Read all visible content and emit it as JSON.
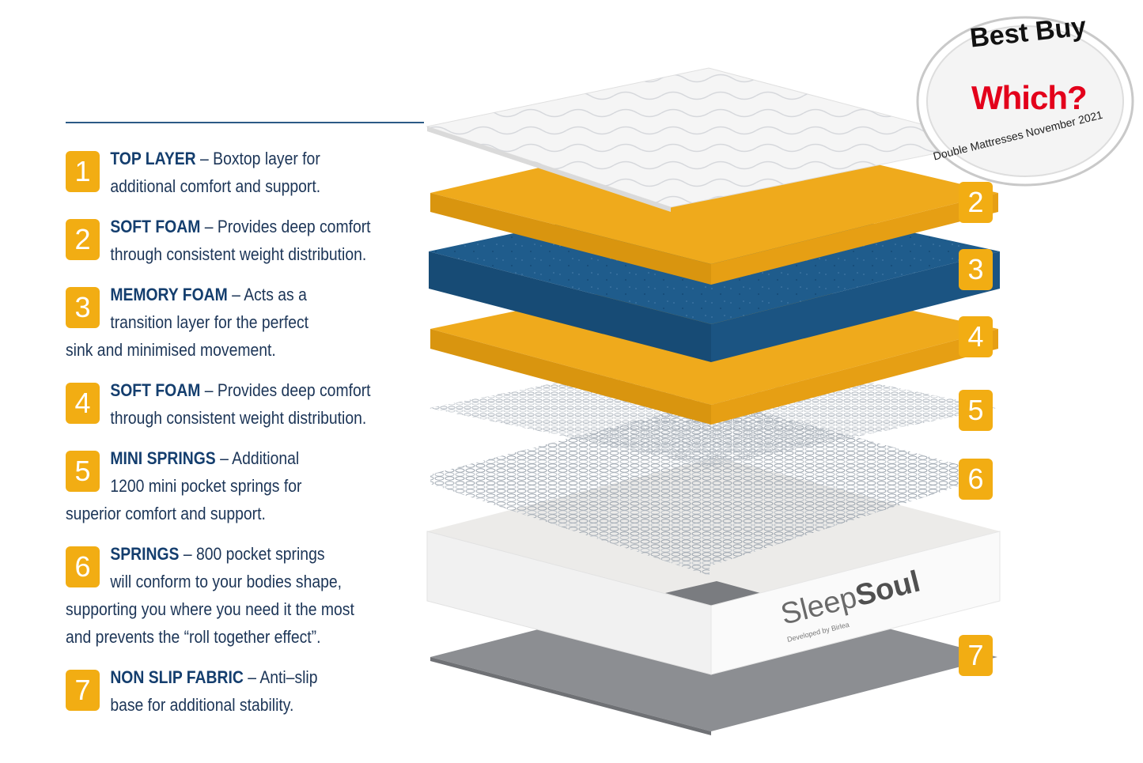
{
  "legend": {
    "items": [
      {
        "num": "1",
        "title": "TOP LAYER",
        "lines": [
          "– Boxtop layer for",
          "additional comfort and support."
        ]
      },
      {
        "num": "2",
        "title": "SOFT FOAM",
        "lines": [
          "– Provides deep comfort",
          "through consistent weight distribution."
        ]
      },
      {
        "num": "3",
        "title": "MEMORY FOAM",
        "lines": [
          "– Acts as a",
          "transition layer for the perfect",
          "sink and minimised movement."
        ]
      },
      {
        "num": "4",
        "title": "SOFT FOAM",
        "lines": [
          "– Provides deep comfort",
          "through consistent weight distribution."
        ]
      },
      {
        "num": "5",
        "title": "MINI SPRINGS",
        "lines": [
          "– Additional",
          "1200 mini pocket springs for",
          "superior comfort and support."
        ]
      },
      {
        "num": "6",
        "title": "SPRINGS",
        "lines": [
          "– 800 pocket springs",
          "will conform to your bodies shape,",
          "supporting you where you need it the most",
          "and prevents the “roll together effect”."
        ]
      },
      {
        "num": "7",
        "title": "NON SLIP FABRIC",
        "lines": [
          "– Anti–slip",
          "base for additional stability."
        ]
      }
    ]
  },
  "layer_tags": [
    "2",
    "3",
    "4",
    "5",
    "6",
    "7"
  ],
  "brand": {
    "name_a": "Sleep",
    "name_b": "Soul",
    "tagline": "Developed by Birlea"
  },
  "seal": {
    "title": "Best Buy",
    "brand": "Which?",
    "subtitle": "Double Mattresses November 2021"
  },
  "colors": {
    "accent": "#f2ad13",
    "navy": "#1c3557",
    "memory_foam": "#1f5c8c",
    "seal_red": "#e3001b"
  }
}
